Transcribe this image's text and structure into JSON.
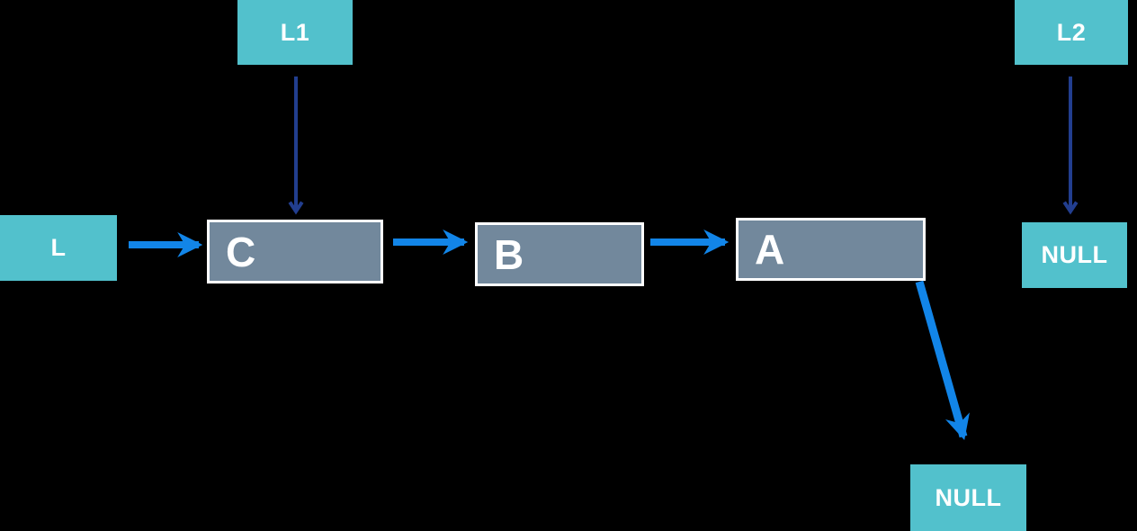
{
  "diagram": {
    "description": "Singly linked list diagram: head pointer L points to node C, C points to B, B points to A, A points to NULL. Pointer L1 points at node C; pointer L2 points at NULL.",
    "type": "linked-list"
  },
  "colors": {
    "background": "#000000",
    "pointer_box": "#52C1CC",
    "node_box": "#72889C",
    "node_border": "#FFFFFF",
    "arrow_next": "#1285E8",
    "arrow_pointer": "#223E8F",
    "label_text": "#FFFFFF"
  },
  "nodes": [
    {
      "id": "L1",
      "label": "L1",
      "type": "pointer"
    },
    {
      "id": "L2",
      "label": "L2",
      "type": "pointer"
    },
    {
      "id": "L",
      "label": "L",
      "type": "pointer"
    },
    {
      "id": "C",
      "label": "C",
      "type": "list-node"
    },
    {
      "id": "B",
      "label": "B",
      "type": "list-node"
    },
    {
      "id": "A",
      "label": "A",
      "type": "list-node"
    },
    {
      "id": "NULL_right",
      "label": "NULL",
      "type": "terminal"
    },
    {
      "id": "NULL_bottom",
      "label": "NULL",
      "type": "terminal"
    }
  ],
  "edges": [
    {
      "from": "L1",
      "to": "C",
      "style": "pointer"
    },
    {
      "from": "L2",
      "to": "NULL_right",
      "style": "pointer"
    },
    {
      "from": "L",
      "to": "C",
      "style": "next"
    },
    {
      "from": "C",
      "to": "B",
      "style": "next"
    },
    {
      "from": "B",
      "to": "A",
      "style": "next"
    },
    {
      "from": "A",
      "to": "NULL_bottom",
      "style": "next"
    }
  ]
}
